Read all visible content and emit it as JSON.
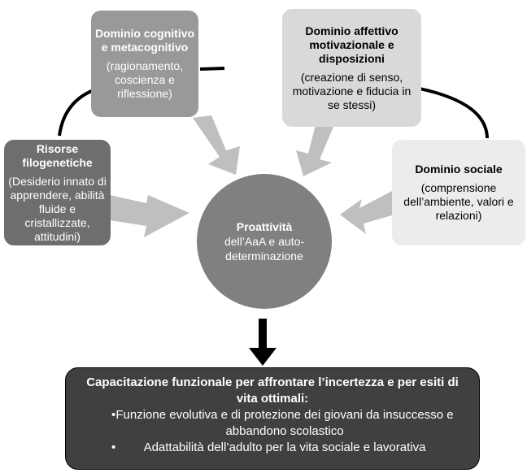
{
  "boxes": {
    "cognitive": {
      "title": "Dominio cognitivo e metacognitivo",
      "desc": "(ragionamento, coscienza e riflessione)"
    },
    "affective": {
      "title": "Dominio affettivo motivazionale e disposizioni",
      "desc": "(creazione di senso, motivazione e fiducia in se stessi)"
    },
    "phylogenetic": {
      "title": "Risorse filogenetiche",
      "desc": "(Desiderio innato di apprendere, abilità fluide e cristallizzate, attitudini)"
    },
    "social": {
      "title": "Dominio sociale",
      "desc": "(comprensione dell’ambiente, valori e relazioni)"
    }
  },
  "center": {
    "title": "Proattività",
    "desc": "dell’AaA e auto-determinazione"
  },
  "outcome": {
    "title": "Capacitazione funzionale per affrontare l’incertezza e per esiti di vita ottimali:",
    "items": [
      "Funzione evolutiva e di protezione dei giovani da insuccesso e abbandono scolastico",
      "Adattabilità dell’adulto per la vita sociale e lavorativa"
    ]
  },
  "colors": {
    "cognitive": "#999999",
    "affective": "#d9d9d9",
    "phylogenetic": "#6e6e6e",
    "social": "#ececec",
    "center": "#808080",
    "outcome": "#404040",
    "arrows": "#bfbfbf"
  }
}
